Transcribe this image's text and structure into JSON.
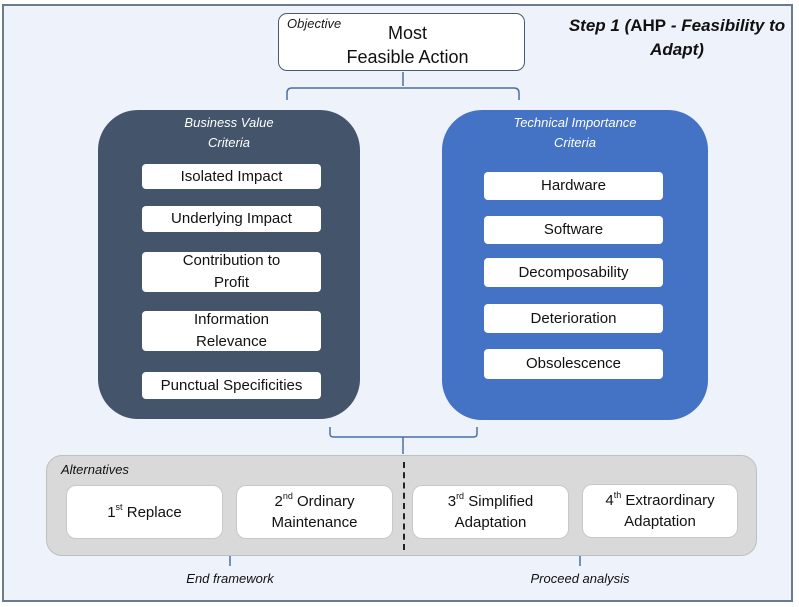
{
  "step_title": {
    "prefix": "Step 1 (",
    "ahp": "AHP",
    "suffix": " - Feasibility to Adapt)"
  },
  "objective": {
    "tag": "Objective",
    "line1": "Most",
    "line2": "Feasible Action"
  },
  "business": {
    "title_line1": "Business Value",
    "title_line2": "Criteria",
    "items": [
      "Isolated Impact",
      "Underlying Impact",
      "Contribution to Profit",
      "Information Relevance",
      "Punctual Specificities"
    ]
  },
  "technical": {
    "title_line1": "Technical Importance",
    "title_line2": "Criteria",
    "items": [
      "Hardware",
      "Software",
      "Decomposability",
      "Deterioration",
      "Obsolescence"
    ]
  },
  "alternatives": {
    "label": "Alternatives",
    "items": [
      {
        "ordinal": "1",
        "suffix": "st",
        "text": "Replace"
      },
      {
        "ordinal": "2",
        "suffix": "nd",
        "text": "Ordinary Maintenance"
      },
      {
        "ordinal": "3",
        "suffix": "rd",
        "text": "Simplified Adaptation"
      },
      {
        "ordinal": "4",
        "suffix": "th",
        "text": "Extraordinary Adaptation"
      }
    ]
  },
  "outcomes": {
    "left": "End framework",
    "right": "Proceed analysis"
  },
  "colors": {
    "business_panel": "#44546a",
    "technical_panel": "#4472c4",
    "connector": "#4a6fa5",
    "alternatives_bg": "#d9d9d9",
    "background": "#eef2fb"
  }
}
